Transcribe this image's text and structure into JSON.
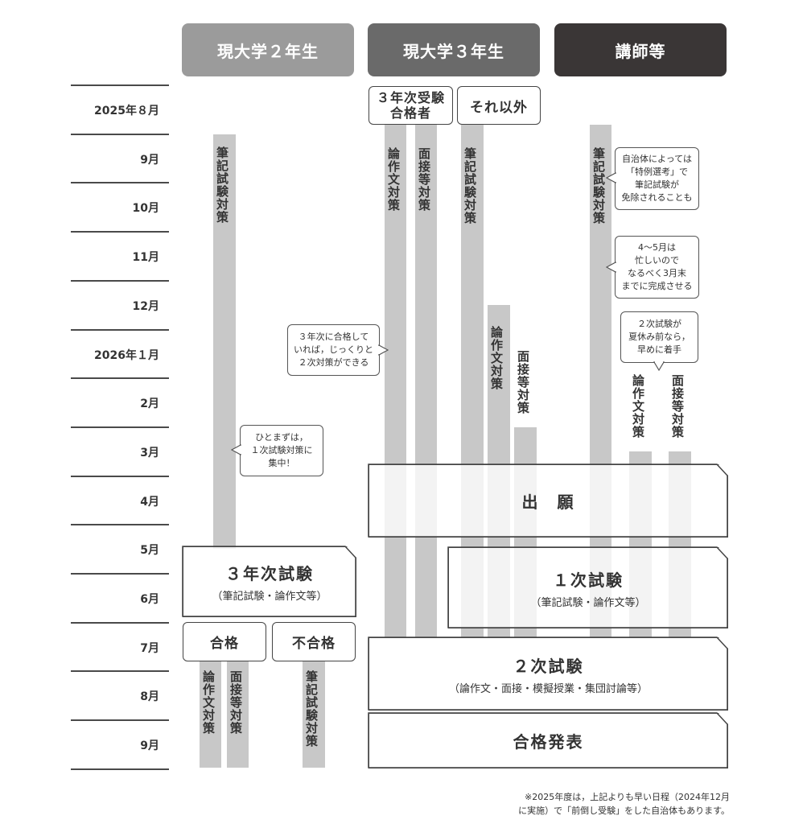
{
  "columns": {
    "grade2": "現大学２年生",
    "grade3": "現大学３年生",
    "lecturer": "講師等"
  },
  "colors": {
    "grade2": "#9b9b9b",
    "grade3": "#6a6a6a",
    "lecturer": "#3a3636",
    "bar": "#c8c8c8"
  },
  "months": [
    "2025年８月",
    "9月",
    "10月",
    "11月",
    "12月",
    "2026年１月",
    "2月",
    "3月",
    "4月",
    "5月",
    "6月",
    "7月",
    "8月",
    "9月"
  ],
  "sub_headers": {
    "passed_3rd": "３年次受験\n合格者",
    "others": "それ以外"
  },
  "bar_labels": {
    "g2_written": "筆記試験対策",
    "g3p_essay": "論作文対策",
    "g3p_interview": "面接等対策",
    "g3o_written": "筆記試験対策",
    "g3o_essay": "論作文対策",
    "g3o_interview": "面接等対策",
    "lec_written": "筆記試験対策",
    "lec_essay": "論作文対策",
    "lec_interview": "面接等対策",
    "pass_essay": "論作文対策",
    "pass_interview": "面接等対策",
    "fail_written": "筆記試験対策"
  },
  "boxes": {
    "third_exam": {
      "main": "３年次試験",
      "sub": "（筆記試験・論作文等）"
    },
    "pass": "合格",
    "fail": "不合格",
    "application": "出　願",
    "first_exam": {
      "main": "１次試験",
      "sub": "（筆記試験・論作文等）"
    },
    "second_exam": {
      "main": "２次試験",
      "sub": "（論作文・面接・模擬授業・集団討論等）"
    },
    "result": "合格発表"
  },
  "bubbles": {
    "first_focus": "ひとまずは，\n１次試験対策に\n集中！",
    "passed_3rd": "３年次に合格して\nいれば，じっくりと\n２次対策ができる",
    "exemption": "自治体によっては\n「特例選考」で\n筆記試験が\n免除されることも",
    "complete_by_march": "4〜5月は\n忙しいので\nなるべく3月末\nまでに完成させる",
    "early_second": "２次試験が\n夏休み前なら，\n早めに着手"
  },
  "footnote": "※2025年度は，上記よりも早い日程（2024年12月\nに実施）で「前倒し受験」をした自治体もあります。"
}
